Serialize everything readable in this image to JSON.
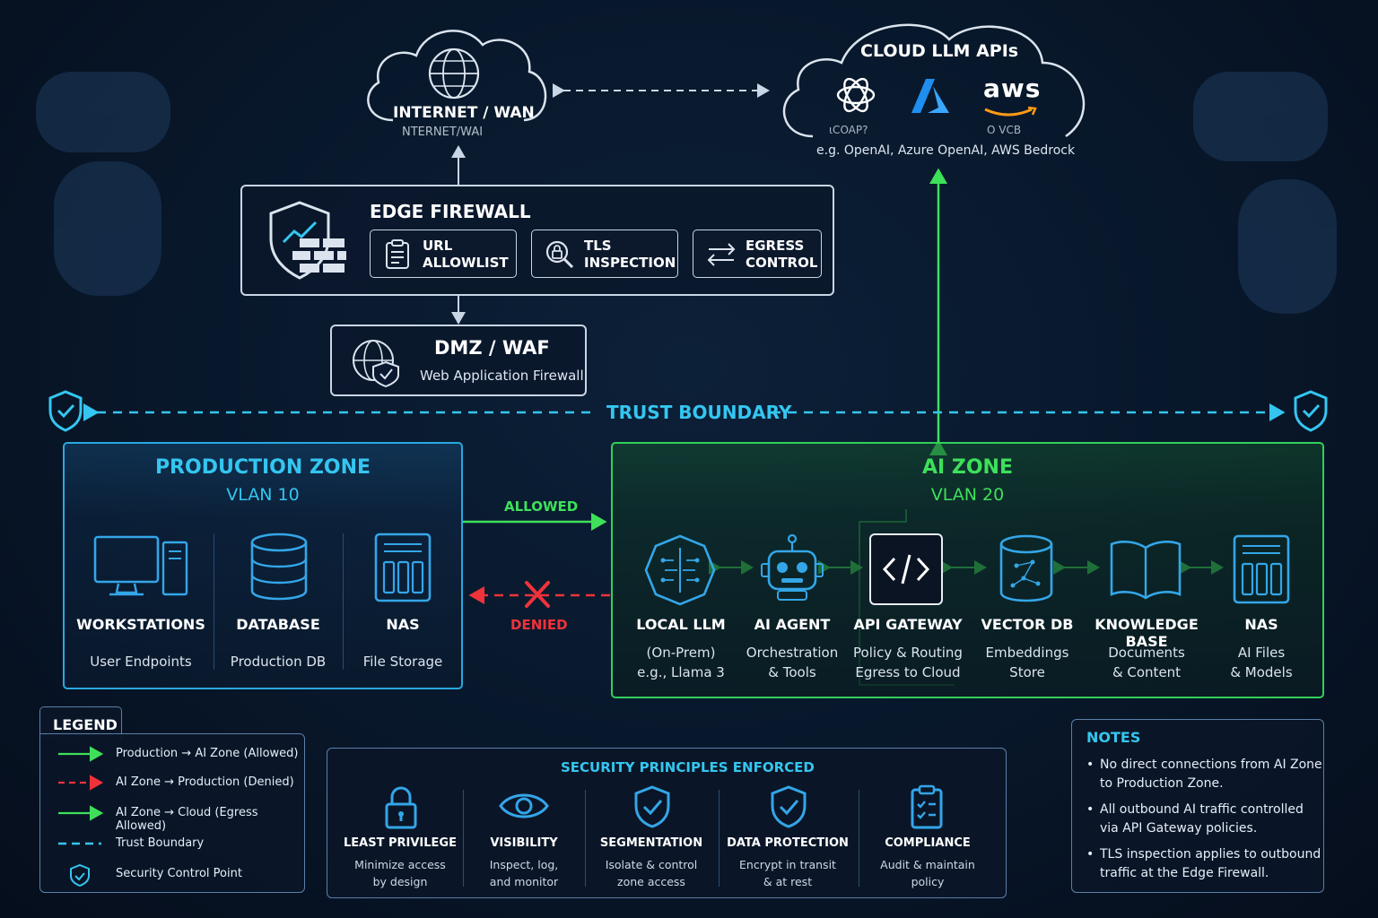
{
  "internet": {
    "label": "INTERNET / WAN",
    "label_echo": "NTERNET/WAI"
  },
  "cloud_llm": {
    "title": "CLOUD LLM APIs",
    "providers_caption": "e.g. OpenAI, Azure OpenAI, AWS Bedrock",
    "logo_aws": "aws",
    "logo_openai_echo": "ɩCOAP?",
    "logo_aws_echo": "O VCB"
  },
  "edge_firewall": {
    "title": "EDGE FIREWALL",
    "chips": [
      {
        "label_l1": "URL",
        "label_l2": "ALLOWLIST",
        "icon": "clipboard-icon"
      },
      {
        "label_l1": "TLS",
        "label_l2": "INSPECTION",
        "icon": "lock-magnifier-icon"
      },
      {
        "label_l1": "EGRESS",
        "label_l2": "CONTROL",
        "icon": "arrows-icon"
      }
    ]
  },
  "dmz": {
    "title": "DMZ / WAF",
    "subtitle": "Web Application Firewall"
  },
  "trust_boundary": {
    "label": "TRUST BOUNDARY"
  },
  "production_zone": {
    "title": "PRODUCTION ZONE",
    "vlan": "VLAN 10",
    "nodes": [
      {
        "title": "WORKSTATIONS",
        "sub": "User Endpoints"
      },
      {
        "title": "DATABASE",
        "sub": "Production DB"
      },
      {
        "title": "NAS",
        "sub": "File Storage"
      }
    ]
  },
  "flows": {
    "allowed": "ALLOWED",
    "denied": "DENIED"
  },
  "ai_zone": {
    "title": "AI ZONE",
    "vlan": "VLAN 20",
    "nodes": [
      {
        "title": "LOCAL LLM",
        "sub1": "(On-Prem)",
        "sub2": "e.g., Llama 3"
      },
      {
        "title": "AI AGENT",
        "sub1": "Orchestration",
        "sub2": "& Tools"
      },
      {
        "title": "API GATEWAY",
        "sub1": "Policy & Routing",
        "sub2": "Egress to Cloud"
      },
      {
        "title": "VECTOR DB",
        "sub1": "Embeddings",
        "sub2": "Store"
      },
      {
        "title": "KNOWLEDGE BASE",
        "sub1": "Documents",
        "sub2": "& Content"
      },
      {
        "title": "NAS",
        "sub1": "AI Files",
        "sub2": "& Models"
      }
    ]
  },
  "legend": {
    "title": "LEGEND",
    "items": [
      "Production → AI Zone (Allowed)",
      "AI Zone → Production (Denied)",
      "AI Zone → Cloud (Egress Allowed)",
      "Trust Boundary",
      "Security Control Point"
    ]
  },
  "principles": {
    "title": "SECURITY PRINCIPLES ENFORCED",
    "items": [
      {
        "title": "LEAST PRIVILEGE",
        "sub1": "Minimize access",
        "sub2": "by design",
        "icon": "padlock-icon"
      },
      {
        "title": "VISIBILITY",
        "sub1": "Inspect, log,",
        "sub2": "and monitor",
        "icon": "eye-icon"
      },
      {
        "title": "SEGMENTATION",
        "sub1": "Isolate & control",
        "sub2": "zone access",
        "icon": "shield-check-icon"
      },
      {
        "title": "DATA PROTECTION",
        "sub1": "Encrypt in transit",
        "sub2": "& at rest",
        "icon": "shield-check-icon"
      },
      {
        "title": "COMPLIANCE",
        "sub1": "Audit & maintain",
        "sub2": "policy",
        "icon": "clipboard-check-icon"
      }
    ]
  },
  "notes": {
    "title": "NOTES",
    "items": [
      "No direct connections from AI Zone to Production Zone.",
      "All outbound AI traffic controlled via API Gateway policies.",
      "TLS inspection applies to outbound traffic at the Edge Firewall."
    ]
  },
  "colors": {
    "allowed": "#3ee05a",
    "denied": "#f0323a",
    "trust": "#34c6f0",
    "production_border": "#2aa8e0",
    "ai_border": "#33d05a"
  }
}
